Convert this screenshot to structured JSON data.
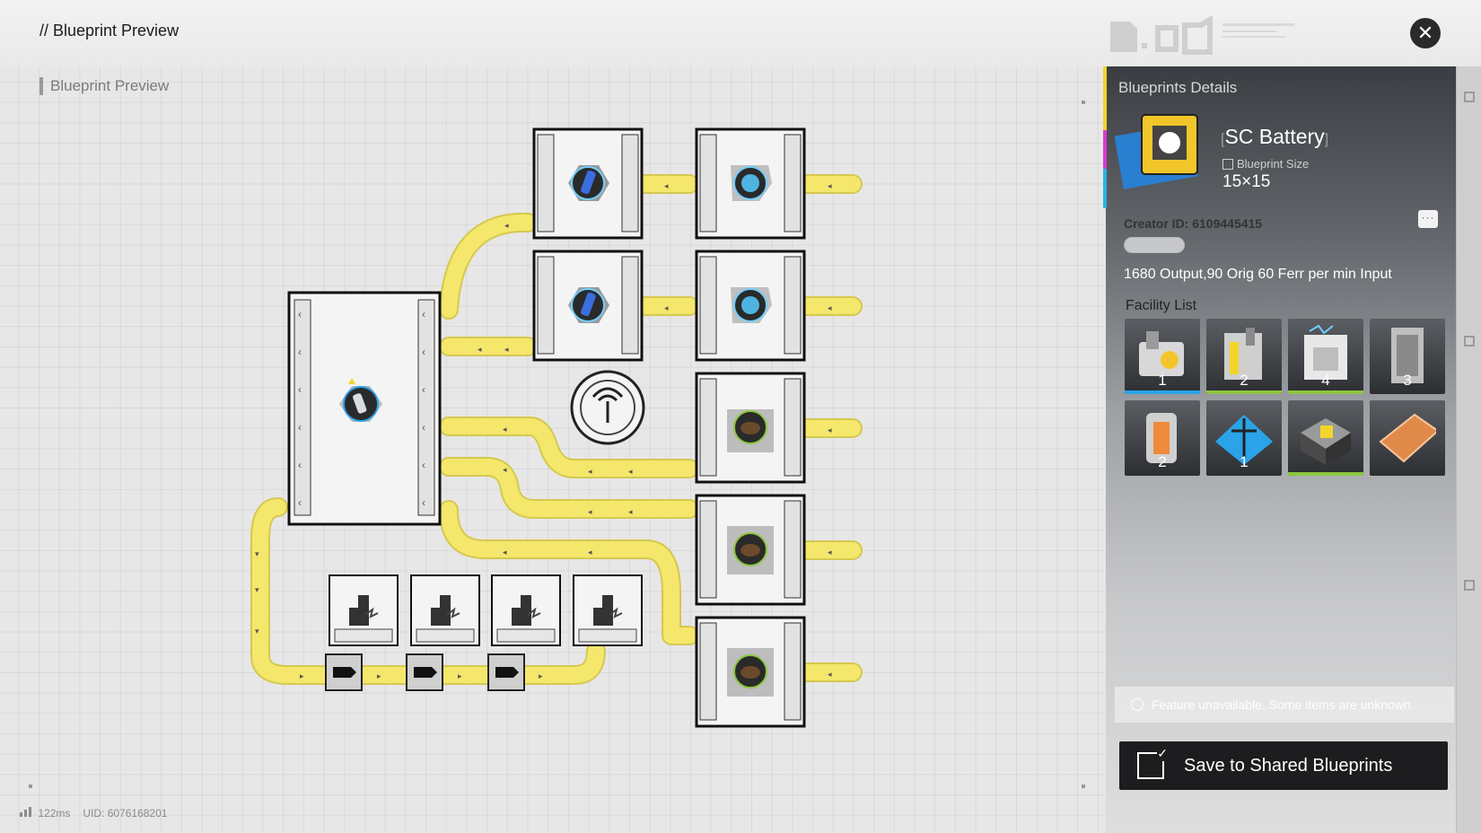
{
  "header": {
    "title": "// Blueprint Preview"
  },
  "canvas": {
    "title": "Blueprint Preview"
  },
  "status": {
    "ping": "122ms",
    "uid": "UID: 6076168201"
  },
  "panel": {
    "title": "Blueprints Details",
    "name": "SC Battery",
    "size_label": "Blueprint Size",
    "size": "15×15",
    "creator": "Creator ID: 6109445415",
    "more": "···",
    "description": "1680 Output,90 Orig 60 Ferr per min Input",
    "facility_title": "Facility List",
    "facilities": [
      {
        "count": "1",
        "bar": "#2aa3e8",
        "icon": "refinery-machine-icon"
      },
      {
        "count": "2",
        "bar": "#8cc63f",
        "icon": "grinder-machine-icon"
      },
      {
        "count": "4",
        "bar": "#8cc63f",
        "icon": "filling-unit-icon"
      },
      {
        "count": "3",
        "bar": "",
        "icon": "tower-storage-icon"
      },
      {
        "count": "2",
        "bar": "",
        "icon": "thermal-bank-icon"
      },
      {
        "count": "1",
        "bar": "",
        "icon": "relay-tower-icon"
      },
      {
        "count": "",
        "bar": "#8cc63f",
        "icon": "depot-box-icon"
      },
      {
        "count": "",
        "bar": "",
        "icon": "floor-plate-icon"
      }
    ],
    "warning": "Feature unavailable. Some items are unknown.",
    "save_label": "Save to Shared Blueprints"
  },
  "colors": {
    "belt": "#f3e66a",
    "belt_edge": "#d9cc55",
    "panel_dark": "#3a3d42",
    "accent_blue": "#2aa3e8",
    "accent_green": "#8cc63f"
  }
}
